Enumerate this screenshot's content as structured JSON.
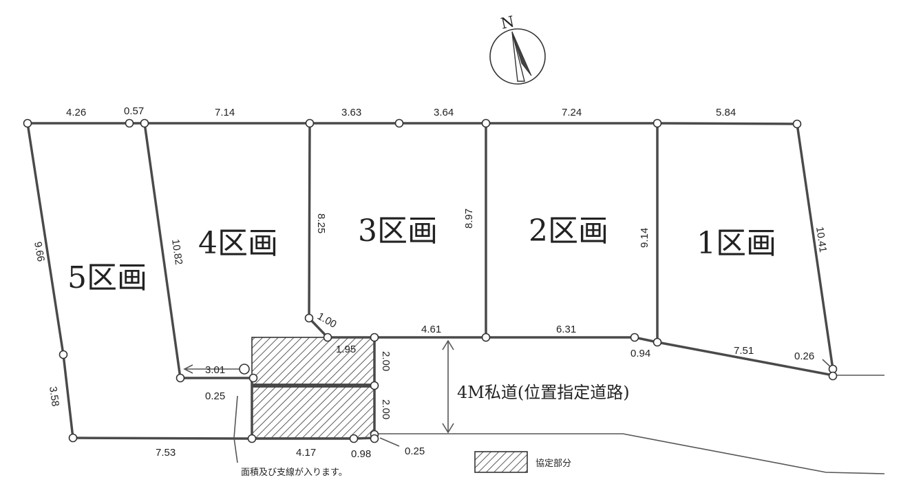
{
  "compass": {
    "label": "N"
  },
  "lots": [
    {
      "label": "1区画"
    },
    {
      "label": "2区画"
    },
    {
      "label": "3区画"
    },
    {
      "label": "4区画"
    },
    {
      "label": "5区画"
    }
  ],
  "road": {
    "label": "4M私道(位置指定道路)"
  },
  "legend": {
    "label": "協定部分"
  },
  "note": {
    "text": "面積及び支線が入ります。"
  },
  "dimensions": {
    "top_426": "4.26",
    "top_057": "0.57",
    "top_714": "7.14",
    "top_363": "3.63",
    "top_364": "3.64",
    "top_724": "7.24",
    "top_584": "5.84",
    "left_966": "9.66",
    "left_358": "3.58",
    "div_1082": "10.82",
    "div_825": "8.25",
    "div_897": "8.97",
    "div_914": "9.14",
    "right_1041": "10.41",
    "diag_100": "1.00",
    "front_461": "4.61",
    "front_631": "6.31",
    "front_094": "0.94",
    "front_751": "7.51",
    "front_026": "0.26",
    "setback_195": "1.95",
    "setback_301": "3.01",
    "setback_025a": "0.25",
    "vert_200a": "2.00",
    "vert_200b": "2.00",
    "bottom_753": "7.53",
    "bottom_417": "4.17",
    "bottom_098": "0.98",
    "bottom_025": "0.25"
  }
}
